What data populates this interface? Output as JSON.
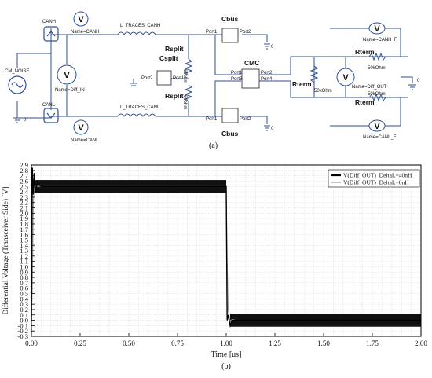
{
  "figure": {
    "panel_a_caption": "(a)",
    "panel_b_caption": "(b)"
  },
  "schematic": {
    "canh": "CANH",
    "canl": "CANL",
    "cm_noise": "CM_NOISE",
    "name_canh": "Name=CANH",
    "name_canl": "Name=CANL",
    "name_diff_in": "Name=Diff_IN",
    "l_traces_canh": "L_TRACES_CANH",
    "l_traces_canl": "L_TRACES_CANL",
    "rsplit_top": "Rsplit",
    "rsplit_bottom": "Rsplit",
    "csplit": "Csplit",
    "r60_top": "60ohm",
    "r60_bottom": "60ohm",
    "cbus_top": "Cbus",
    "cbus_bottom": "Cbus",
    "cmc": "CMC",
    "port1": "Port1",
    "port2": "Port2",
    "port3": "Port3",
    "port4": "Port4",
    "rterm_top": "Rterm",
    "rterm_left": "Rterm",
    "rterm_bottom": "Rterm",
    "r50k_left": "50kOhm",
    "r50k_top": "50kOhm",
    "r50k_bottom": "50kOhm",
    "name_canh_f": "Name=CANH_F",
    "name_canl_f": "Name=CANL_F",
    "name_diff_out": "Name=Diff_OUT",
    "zero": "0",
    "probe_symbol": "V"
  },
  "chart_data": {
    "type": "line",
    "xlabel": "Time [us]",
    "ylabel": "Differential Voltage (Transceiver Side) [V]",
    "xlim": [
      0,
      2.0
    ],
    "ylim": [
      -0.3,
      2.9
    ],
    "xticks": [
      "0.00",
      "0.25",
      "0.50",
      "0.75",
      "1.00",
      "1.25",
      "1.50",
      "1.75",
      "2.00"
    ],
    "yticks": [
      "-0.3",
      "-0.2",
      "-0.1",
      "0.0",
      "0.1",
      "0.2",
      "0.3",
      "0.4",
      "0.5",
      "0.6",
      "0.7",
      "0.8",
      "0.9",
      "1.0",
      "1.1",
      "1.2",
      "1.3",
      "1.4",
      "1.5",
      "1.6",
      "1.7",
      "1.8",
      "1.9",
      "2.0",
      "2.1",
      "2.2",
      "2.3",
      "2.4",
      "2.5",
      "2.6",
      "2.7",
      "2.8",
      "2.9"
    ],
    "grid": true,
    "legend_position": "top-right",
    "series": [
      {
        "name": "V(Diff_OUT)_DeltaL=40nH",
        "color": "#000000",
        "x": [
          0.0,
          0.005,
          0.01,
          0.015,
          0.02,
          0.03,
          0.05,
          1.0,
          1.005,
          1.01,
          1.02,
          1.03,
          1.05,
          2.0
        ],
        "y": [
          0.0,
          2.85,
          2.35,
          2.75,
          2.4,
          2.55,
          2.5,
          2.5,
          0.0,
          0.1,
          -0.1,
          0.0,
          0.0,
          0.0
        ],
        "ripple_band": [
          {
            "x_from": 0.02,
            "x_to": 1.0,
            "low": 2.38,
            "high": 2.62
          },
          {
            "x_from": 1.02,
            "x_to": 2.0,
            "low": -0.12,
            "high": 0.12
          }
        ]
      },
      {
        "name": "V(Diff_OUT)_DeltaL=0nH",
        "color": "#9a9a9a",
        "x": [
          0.0,
          0.005,
          0.01,
          0.015,
          0.02,
          0.03,
          0.05,
          1.0,
          1.005,
          1.01,
          1.02,
          1.03,
          1.05,
          2.0
        ],
        "y": [
          0.0,
          0.6,
          2.2,
          2.6,
          2.45,
          2.52,
          2.5,
          2.5,
          1.2,
          0.2,
          -0.05,
          0.02,
          0.0,
          0.0
        ]
      }
    ]
  }
}
